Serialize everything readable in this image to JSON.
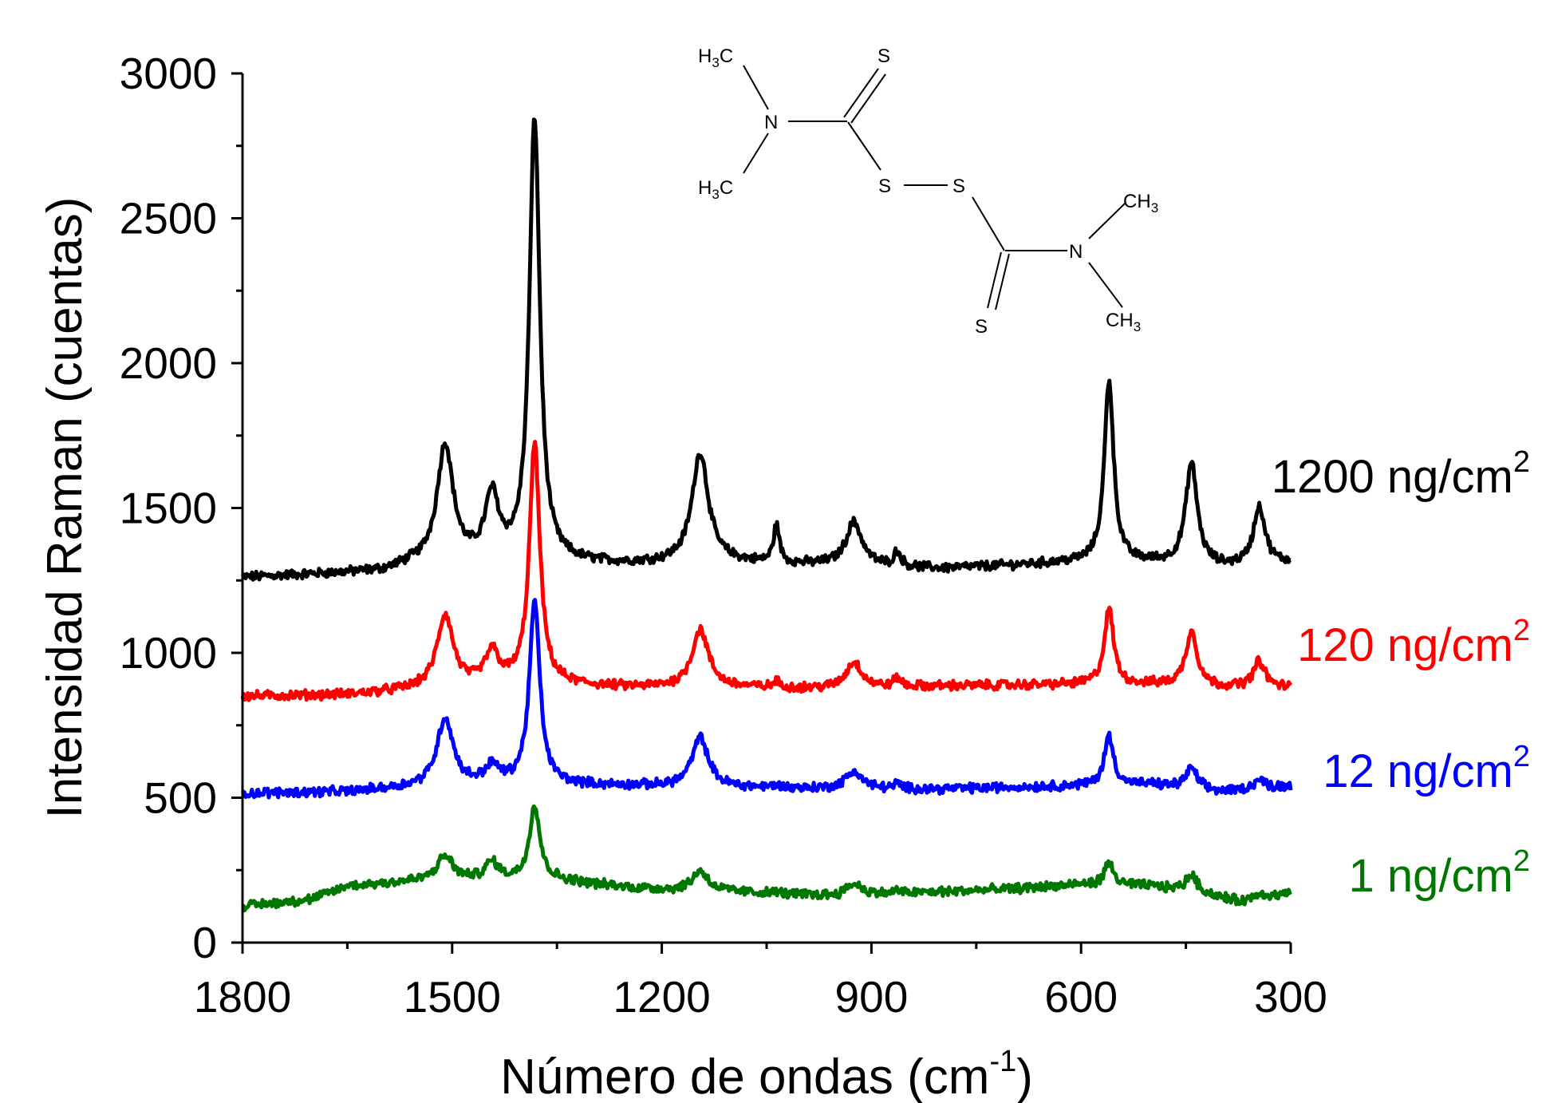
{
  "chart_data": {
    "type": "line",
    "xlabel": "Número de ondas (cm",
    "xlabel_sup": "-1",
    "xlabel_end": ")",
    "ylabel": "Intensidad Raman (cuentas)",
    "xlim": [
      1800,
      300
    ],
    "ylim": [
      0,
      3000
    ],
    "x_reversed": true,
    "xticks": [
      1800,
      1500,
      1200,
      900,
      600,
      300
    ],
    "yticks": [
      0,
      500,
      1000,
      1500,
      2000,
      2500,
      3000
    ],
    "grid": false,
    "legend": "inline-right",
    "peaks_cm1": [
      1510,
      1443,
      1382,
      1145,
      1036,
      925,
      863,
      560,
      442,
      345
    ],
    "series": [
      {
        "name": "1200 ng/cm",
        "name_sup": "2",
        "color": "#000000",
        "baseline_points": [
          [
            1800,
            1260
          ],
          [
            1700,
            1270
          ],
          [
            1600,
            1280
          ],
          [
            1560,
            1300
          ],
          [
            1400,
            1310
          ],
          [
            1250,
            1305
          ],
          [
            1100,
            1310
          ],
          [
            950,
            1300
          ],
          [
            800,
            1290
          ],
          [
            620,
            1310
          ],
          [
            500,
            1310
          ],
          [
            400,
            1295
          ],
          [
            300,
            1310
          ]
        ],
        "peak_heights": [
          410,
          220,
          1530,
          380,
          130,
          150,
          50,
          630,
          350,
          200
        ]
      },
      {
        "name": "120 ng/cm",
        "name_sup": "2",
        "color": "#ff0000",
        "baseline_points": [
          [
            1800,
            850
          ],
          [
            1650,
            855
          ],
          [
            1560,
            870
          ],
          [
            1400,
            890
          ],
          [
            1250,
            880
          ],
          [
            1100,
            880
          ],
          [
            950,
            875
          ],
          [
            800,
            885
          ],
          [
            620,
            890
          ],
          [
            500,
            890
          ],
          [
            400,
            880
          ],
          [
            300,
            880
          ]
        ],
        "peak_heights": [
          250,
          110,
          830,
          200,
          20,
          90,
          30,
          260,
          190,
          90
        ]
      },
      {
        "name": "12 ng/cm",
        "name_sup": "2",
        "color": "#0000ff",
        "baseline_points": [
          [
            1800,
            515
          ],
          [
            1650,
            520
          ],
          [
            1560,
            535
          ],
          [
            1400,
            545
          ],
          [
            1250,
            540
          ],
          [
            1100,
            535
          ],
          [
            950,
            530
          ],
          [
            800,
            530
          ],
          [
            620,
            540
          ],
          [
            500,
            545
          ],
          [
            400,
            520
          ],
          [
            300,
            540
          ]
        ],
        "peak_heights": [
          235,
          60,
          630,
          170,
          10,
          60,
          15,
          170,
          70,
          30
        ]
      },
      {
        "name": "1 ng/cm",
        "name_sup": "2",
        "color": "#007700",
        "baseline_points": [
          [
            1800,
            125
          ],
          [
            1700,
            150
          ],
          [
            1650,
            195
          ],
          [
            1560,
            210
          ],
          [
            1450,
            215
          ],
          [
            1350,
            215
          ],
          [
            1250,
            190
          ],
          [
            1180,
            180
          ],
          [
            1050,
            170
          ],
          [
            950,
            160
          ],
          [
            850,
            170
          ],
          [
            700,
            185
          ],
          [
            600,
            200
          ],
          [
            500,
            195
          ],
          [
            420,
            165
          ],
          [
            370,
            140
          ],
          [
            300,
            170
          ]
        ],
        "peak_heights": [
          85,
          60,
          260,
          70,
          5,
          40,
          10,
          75,
          60,
          20
        ]
      }
    ]
  },
  "molecule": {
    "atoms": {
      "h3c_top": "H3C",
      "h3c_bottom": "H3C",
      "n_left": "N",
      "s_top": "S",
      "s_mid_left": "S",
      "s_mid_right": "S",
      "ch3_top": "CH3",
      "n_right": "N",
      "s_bottom": "S",
      "ch3_bottom": "CH3"
    }
  }
}
